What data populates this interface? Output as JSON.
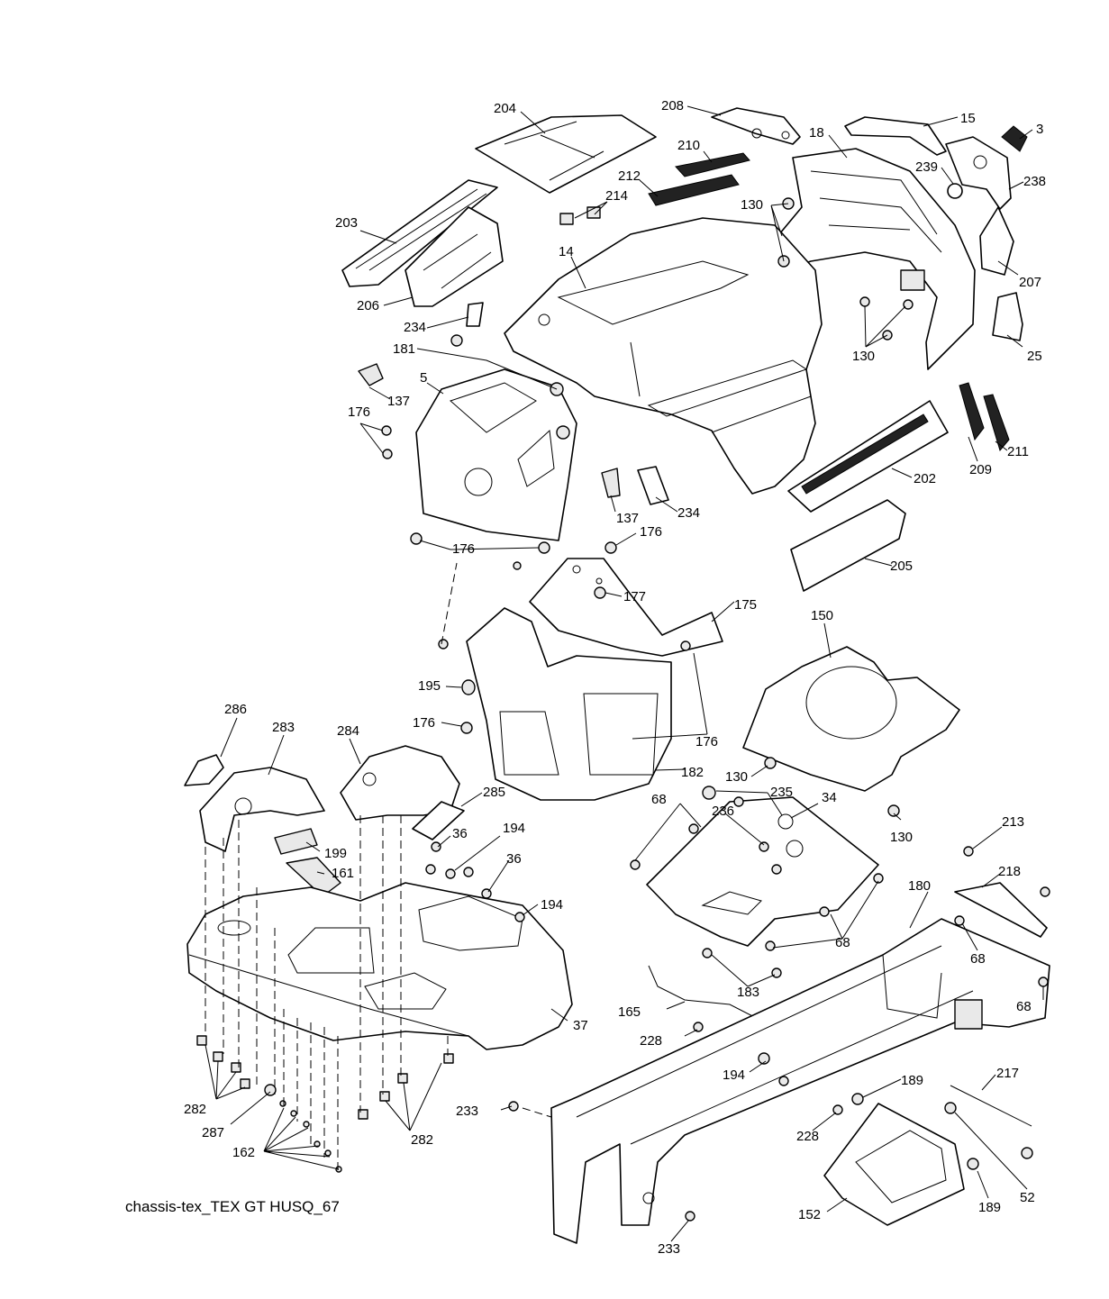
{
  "caption": "chassis-tex_TEX GT HUSQ_67",
  "callouts": [
    "204",
    "208",
    "15",
    "3",
    "18",
    "210",
    "239",
    "238",
    "212",
    "214",
    "203",
    "130",
    "14",
    "207",
    "206",
    "234",
    "25",
    "181",
    "130",
    "5",
    "137",
    "176",
    "209",
    "211",
    "202",
    "137",
    "234",
    "176",
    "176",
    "205",
    "177",
    "175",
    "150",
    "195",
    "176",
    "176",
    "182",
    "130",
    "286",
    "283",
    "284",
    "285",
    "235",
    "34",
    "68",
    "236",
    "199",
    "36",
    "194",
    "161",
    "36",
    "130",
    "213",
    "218",
    "194",
    "180",
    "68",
    "68",
    "68",
    "183",
    "37",
    "165",
    "228",
    "194",
    "189",
    "217",
    "282",
    "287",
    "233",
    "228",
    "282",
    "162",
    "52",
    "189",
    "152",
    "233"
  ]
}
